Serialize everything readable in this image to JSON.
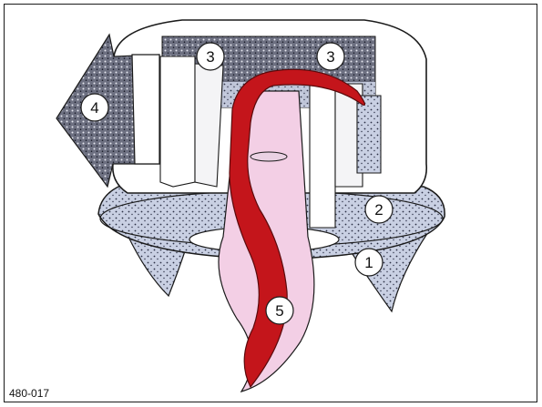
{
  "caption": "480-017",
  "callouts": [
    {
      "id": "callout-1",
      "label": "1"
    },
    {
      "id": "callout-2",
      "label": "2"
    },
    {
      "id": "callout-3a",
      "label": "3"
    },
    {
      "id": "callout-3b",
      "label": "3"
    },
    {
      "id": "callout-4",
      "label": "4"
    },
    {
      "id": "callout-5",
      "label": "5"
    }
  ],
  "colors": {
    "dust_fill": "#c9d0e3",
    "dense_dust": "#6d7081",
    "red_flow": "#c4151b",
    "pink_flow": "#f3cfe5",
    "outline": "#1a1a1a"
  }
}
